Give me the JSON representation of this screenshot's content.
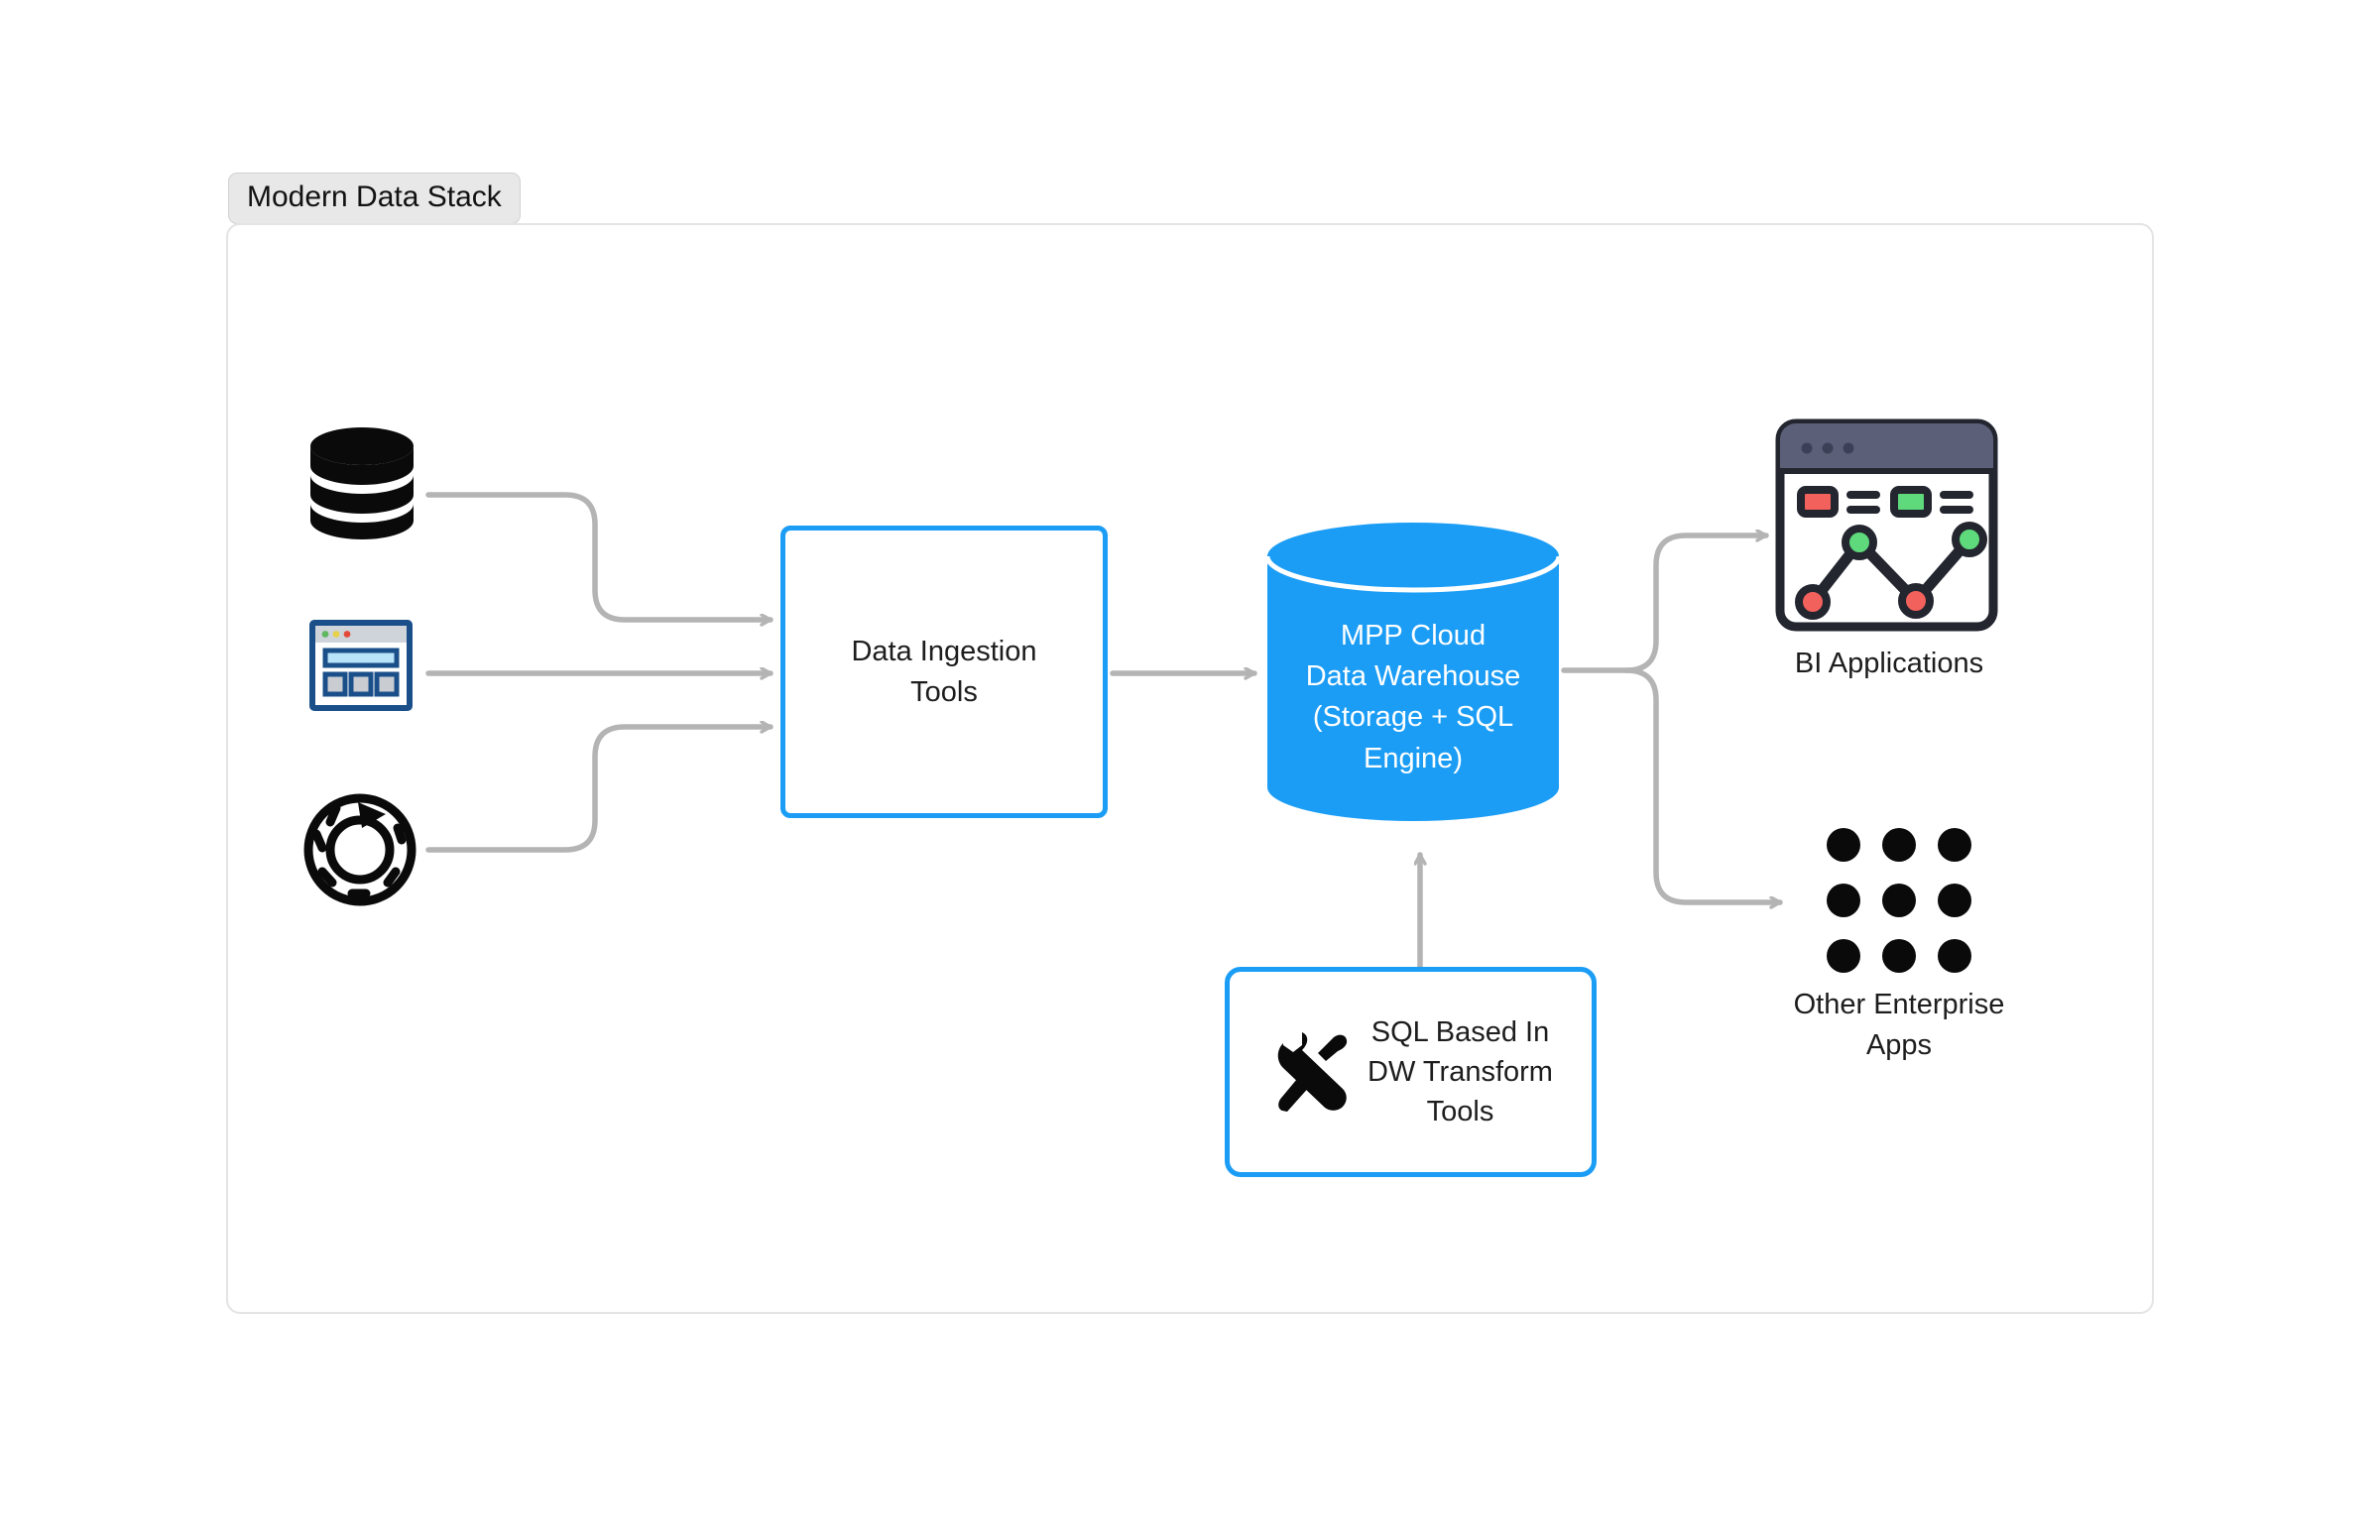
{
  "diagram": {
    "title": "Modern Data Stack",
    "accent_color": "#1c9df5",
    "wire_color": "#b4b4b4",
    "panel_border_color": "#e4e4e4",
    "nodes": {
      "source_database": {
        "icon": "database-cylinder-icon",
        "label": ""
      },
      "source_application": {
        "icon": "application-window-icon",
        "label": ""
      },
      "source_stream": {
        "icon": "circular-process-icon",
        "label": ""
      },
      "ingestion": {
        "label": "Data Ingestion\nTools",
        "line1": "Data Ingestion",
        "line2": "Tools"
      },
      "warehouse": {
        "label": "MPP Cloud Data Warehouse (Storage + SQL Engine)",
        "line1": "MPP Cloud",
        "line2": "Data Warehouse",
        "line3": "(Storage + SQL",
        "line4": "Engine)",
        "fill": "#1c9df5"
      },
      "transform": {
        "icon": "tools-wrench-screwdriver-icon",
        "line1": "SQL Based In",
        "line2": "DW Transform",
        "line3": "Tools"
      },
      "bi_apps": {
        "icon": "bi-dashboard-icon",
        "label": "BI Applications"
      },
      "other_apps": {
        "icon": "app-grid-dots-icon",
        "line1": "Other Enterprise",
        "line2": "Apps"
      }
    },
    "edges": [
      {
        "from": "source_database",
        "to": "ingestion"
      },
      {
        "from": "source_application",
        "to": "ingestion"
      },
      {
        "from": "source_stream",
        "to": "ingestion"
      },
      {
        "from": "ingestion",
        "to": "warehouse"
      },
      {
        "from": "transform",
        "to": "warehouse"
      },
      {
        "from": "warehouse",
        "to": "bi_apps"
      },
      {
        "from": "warehouse",
        "to": "other_apps"
      }
    ]
  }
}
